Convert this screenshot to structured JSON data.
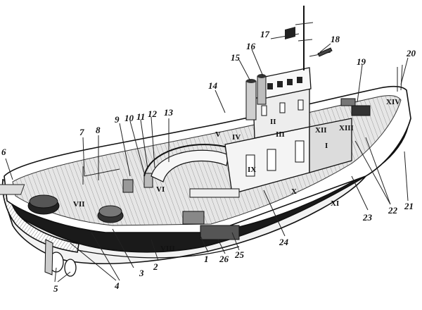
{
  "diagram": {
    "arabic_callouts": [
      "1",
      "2",
      "3",
      "4",
      "5",
      "6",
      "7",
      "8",
      "9",
      "10",
      "11",
      "12",
      "13",
      "14",
      "15",
      "16",
      "17",
      "18",
      "19",
      "20",
      "21",
      "22",
      "23",
      "24",
      "25",
      "26"
    ],
    "roman_labels": [
      "I",
      "II",
      "III",
      "IV",
      "V",
      "VI",
      "VII",
      "VIII",
      "IX",
      "X",
      "XI",
      "XII",
      "XIII",
      "XIV"
    ]
  },
  "colors": {
    "ink": "#111111",
    "hull_dark": "#1a1a1a",
    "paper": "#ffffff",
    "deck": "#cfcfcf"
  }
}
